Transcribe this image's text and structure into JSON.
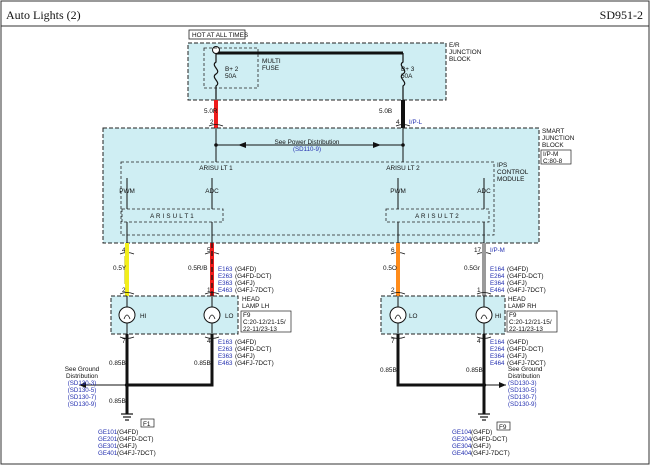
{
  "header": {
    "title": "Auto Lights (2)",
    "code": "SD951-2"
  },
  "er_junction_block": {
    "label_lines": [
      "E/R",
      "JUNCTION",
      "BLOCK"
    ],
    "hot_label": "HOT AT ALL TIMES",
    "multi_fuse_lines": [
      "MULTI",
      "FUSE"
    ],
    "fuse1": [
      "B+ 2",
      "50A"
    ],
    "fuse2": [
      "B+ 3",
      "50A"
    ]
  },
  "feed": {
    "left_wire": "5.0R",
    "right_wire": "5.0B",
    "left_pin": "2",
    "right_pin": "4",
    "right_conn": "I/P-L"
  },
  "smart_junction_block": {
    "label_lines": [
      "SMART",
      "JUNCTION",
      "BLOCK"
    ],
    "conn_lines": [
      "I/P-M",
      "C:80-8"
    ],
    "power_ref": [
      "See Power Distribution",
      "(SD110-9)"
    ],
    "out1": "ARISU LT 1",
    "out2": "ARISU LT 2",
    "ips_lines": [
      "IPS",
      "CONTROL",
      "MODULE"
    ],
    "pwm": "PWM",
    "adc": "ADC",
    "sub1": "A R I S U L T 1",
    "sub2": "A R I S U L T 2"
  },
  "lh": {
    "pin_top_left": "4",
    "pin_top_right": "5",
    "wire_left": "0.5Y",
    "wire_right": "0.5R/B",
    "codes_top": [
      "E163",
      "E263",
      "E363",
      "E463"
    ],
    "variants_top": [
      "(G4FD)",
      "(G4FD-DCT)",
      "(G4FJ)",
      "(G4FJ-7DCT)"
    ],
    "pin_mid_left": "2",
    "pin_mid_right": "1",
    "lamp_label": [
      "HEAD",
      "LAMP LH"
    ],
    "conn_box": [
      "F9",
      "C:20-12/21-15/",
      "22-11/23-13"
    ],
    "hi": "HI",
    "lo": "LO",
    "pin_bot_left": "7",
    "pin_bot_right": "4",
    "codes_bottom": [
      "E163",
      "E263",
      "E363",
      "E463"
    ],
    "variants_bottom": [
      "(G4FD)",
      "(G4FD-DCT)",
      "(G4FJ)",
      "(G4FJ-7DCT)"
    ],
    "wire_bot_left": "0.85B",
    "wire_bot_right": "0.85B",
    "wire_ground": "0.85B",
    "ground_ref": [
      "See Ground",
      "Distribution",
      "(SD130-3)",
      "(SD130-5)",
      "(SD130-7)",
      "(SD130-9)"
    ],
    "ground_tag": "F1",
    "ground_codes": [
      "GE101",
      "GE201",
      "GE301",
      "GE401"
    ],
    "ground_variants": [
      "(G4FD)",
      "(G4FD-DCT)",
      "(G4FJ)",
      "(G4FJ-7DCT)"
    ]
  },
  "rh": {
    "pin_top_left": "6",
    "pin_top_right": "17",
    "pin_top_conn": "I/P-M",
    "wire_left": "0.5O",
    "wire_right": "0.5Gr",
    "codes_top": [
      "E164",
      "E264",
      "E364",
      "E464"
    ],
    "variants_top": [
      "(G4FD)",
      "(G4FD-DCT)",
      "(G4FJ)",
      "(G4FJ-7DCT)"
    ],
    "pin_mid_left": "2",
    "pin_mid_right": "1",
    "lamp_label": [
      "HEAD",
      "LAMP RH"
    ],
    "conn_box": [
      "F9",
      "C:20-12/21-15/",
      "22-11/23-13"
    ],
    "lo": "LO",
    "hi": "HI",
    "pin_bot_left": "7",
    "pin_bot_right": "4",
    "codes_bottom": [
      "E164",
      "E264",
      "E364",
      "E464"
    ],
    "variants_bottom": [
      "(G4FD)",
      "(G4FD-DCT)",
      "(G4FJ)",
      "(G4FJ-7DCT)"
    ],
    "wire_bot_left": "0.85B",
    "wire_bot_right": "0.85B",
    "ground_ref": [
      "See Ground",
      "Distribution",
      "(SD130-3)",
      "(SD130-5)",
      "(SD130-7)",
      "(SD130-9)"
    ],
    "ground_tag": "F9",
    "ground_codes": [
      "GE104",
      "GE204",
      "GE304",
      "GE404"
    ],
    "ground_variants": [
      "(G4FD)",
      "(G4FD-DCT)",
      "(G4FJ)",
      "(G4FJ-7DCT)"
    ]
  },
  "colors": {
    "box_fill": "#cfeef3",
    "wire_red": "#ee1c1c",
    "wire_yellow": "#f2ee1a",
    "wire_orange": "#ff8c1a",
    "wire_gray": "#9a9a9a",
    "link": "#2430b0"
  }
}
